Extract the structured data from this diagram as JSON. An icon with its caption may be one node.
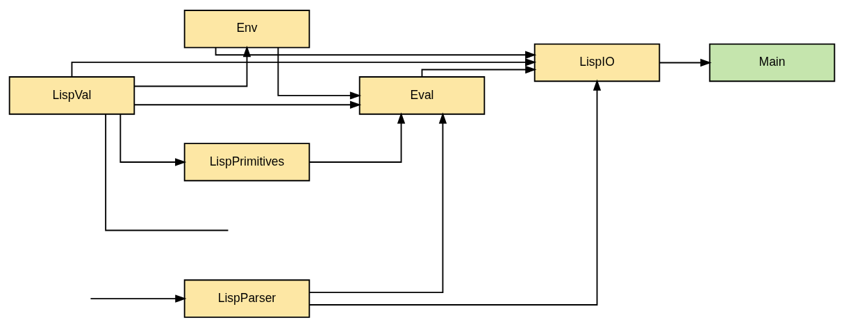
{
  "diagram": {
    "nodes": [
      {
        "text": [
          "LispVal"
        ]
      },
      {
        "text": [
          "Env"
        ]
      },
      {
        "text": [
          "Eval"
        ]
      },
      {
        "text": [
          "LispIO"
        ]
      },
      {
        "text": [
          "Main"
        ]
      },
      {
        "text": [
          "LispPrimitives"
        ]
      },
      {
        "text": [
          "LispParser"
        ]
      }
    ],
    "edges": [
      {
        "from": 0,
        "to": 3,
        "arrow": "to"
      },
      {
        "from": 0,
        "to": 1,
        "arrow": "to"
      },
      {
        "from": 0,
        "to": 2,
        "arrow": "to"
      },
      {
        "from": 0,
        "to": 5,
        "arrow": "to"
      },
      {
        "from": 0,
        "to": null,
        "arrow": "none"
      },
      {
        "from": 1,
        "to": 3,
        "arrow": "to"
      },
      {
        "from": 1,
        "to": 2,
        "arrow": "to"
      },
      {
        "from": 3,
        "to": 4,
        "arrow": "to"
      },
      {
        "from": 2,
        "to": 3,
        "arrow": "to"
      },
      {
        "from": 5,
        "to": 2,
        "arrow": "to"
      },
      {
        "from": 6,
        "to": 2,
        "arrow": "to"
      },
      {
        "from": 6,
        "to": 3,
        "arrow": "to"
      },
      {
        "from": null,
        "to": 6,
        "arrow": "to"
      }
    ]
  }
}
